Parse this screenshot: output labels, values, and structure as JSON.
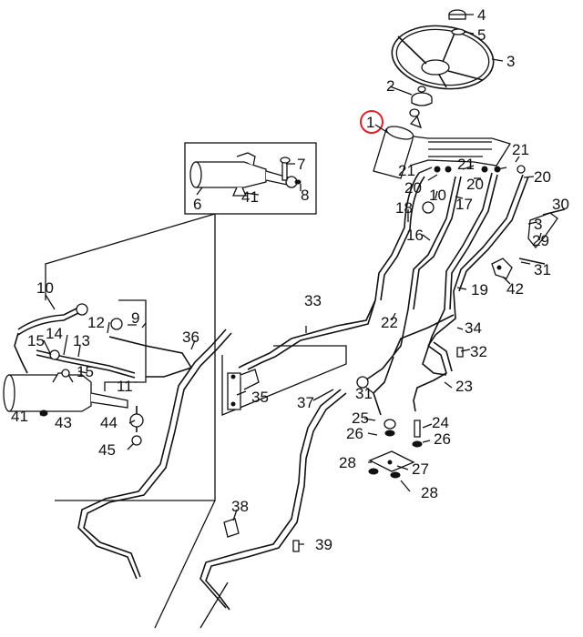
{
  "diagram": {
    "highlight_color": "#e0202a",
    "highlighted_part": "1",
    "labels": {
      "p1": "1",
      "p2": "2",
      "p3": "3",
      "p4": "4",
      "p5": "5",
      "p6": "6",
      "p7": "7",
      "p8": "8",
      "p9": "9",
      "p10": "10",
      "p11": "11",
      "p12": "12",
      "p13": "13",
      "p14": "14",
      "p15a": "15",
      "p15b": "15",
      "p16": "16",
      "p17": "17",
      "p18": "18",
      "p19": "19",
      "p20a": "20",
      "p20b": "20",
      "p20c": "20",
      "p21a": "21",
      "p21b": "21",
      "p21c": "21",
      "p22": "22",
      "p23": "23",
      "p24": "24",
      "p25": "25",
      "p26a": "26",
      "p26b": "26",
      "p27": "27",
      "p28a": "28",
      "p28b": "28",
      "p29": "29",
      "p30": "30",
      "p31a": "31",
      "p31b": "31",
      "p32": "32",
      "p33": "33",
      "p34": "34",
      "p35": "35",
      "p36": "36",
      "p37": "37",
      "p38": "38",
      "p39": "39",
      "p41a": "41",
      "p41b": "41",
      "p42": "42",
      "p43": "43",
      "p44": "44",
      "p45": "45"
    }
  }
}
